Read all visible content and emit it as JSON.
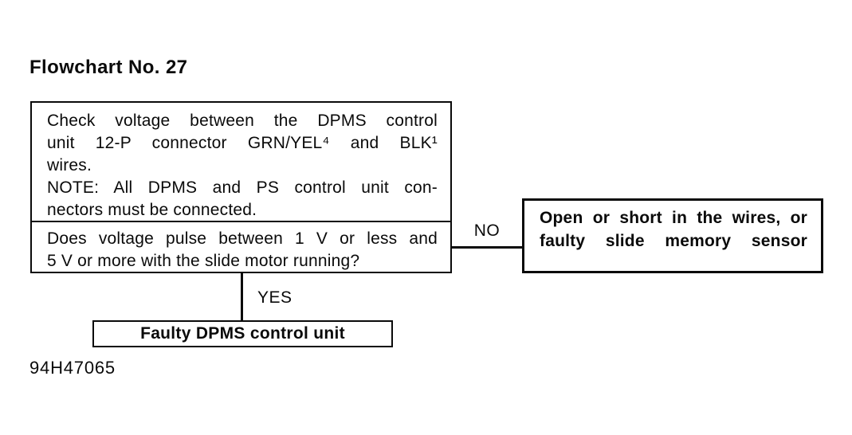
{
  "page": {
    "title": "Flowchart No. 27",
    "figure_code": "94H47065"
  },
  "flowchart": {
    "procedure_box": {
      "lines": [
        "Check voltage between the DPMS control",
        "unit 12-P connector GRN/YEL⁴ and BLK¹",
        "wires.",
        "NOTE: All DPMS and PS control unit con-",
        "nectors must be connected."
      ]
    },
    "question_box": {
      "lines": [
        "Does voltage pulse between 1 V or less and",
        "5 V or more with the slide motor running?"
      ]
    },
    "no_branch": {
      "label": "NO",
      "result_lines": [
        "Open or short in the wires, or",
        "faulty slide memory sensor"
      ]
    },
    "yes_branch": {
      "label": "YES",
      "result": "Faulty DPMS control unit"
    }
  },
  "colors": {
    "background": "#ffffff",
    "line": "#0a0a0a",
    "text": "#0a0a0a"
  }
}
